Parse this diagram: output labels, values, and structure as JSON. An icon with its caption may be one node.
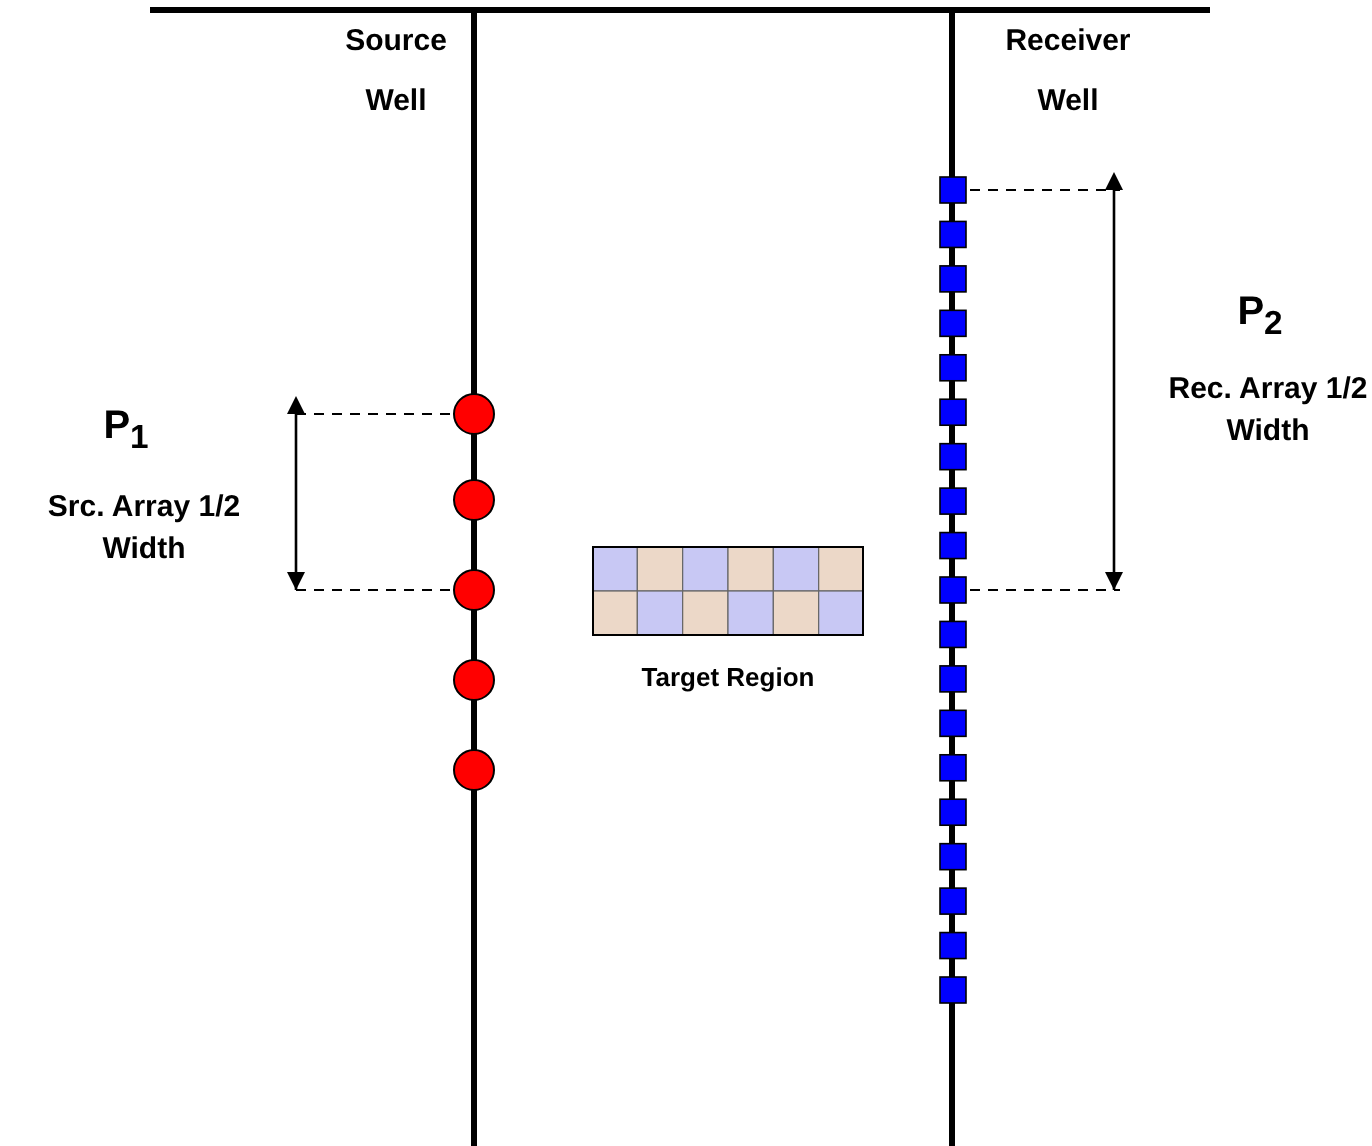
{
  "diagram": {
    "nodes": [
      {
        "text": [],
        "shape": "box",
        "beside": [
          "Target Region"
        ]
      }
    ],
    "labels": [
      "Source Well",
      "Receiver Well",
      "P$_{1}$",
      "Src. Array 1/2 Width",
      "P$_{2}$",
      "Rec. Array 1/2 Width"
    ]
  }
}
